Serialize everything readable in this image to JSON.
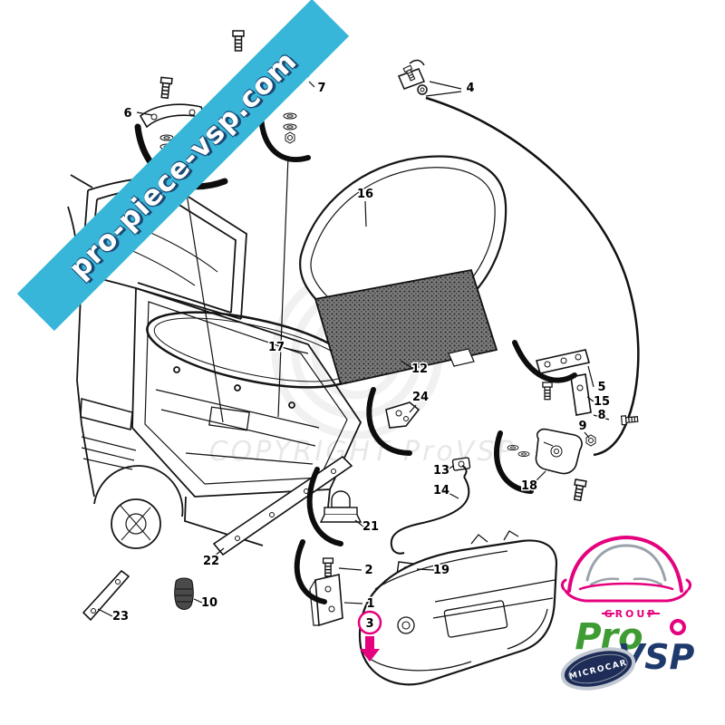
{
  "banner": {
    "text": "pro-piece-vsp.com",
    "background_color": "#38b6da",
    "text_color": "#ffffff"
  },
  "watermark": {
    "copyright_text": "COPYRIGHT ProVSP"
  },
  "diagram": {
    "line_color": "#151515",
    "highlight_color": "#e5007d",
    "highlighted_callout": "3",
    "callouts": [
      {
        "num": "6"
      },
      {
        "num": "7"
      },
      {
        "num": "4"
      },
      {
        "num": "16"
      },
      {
        "num": "17"
      },
      {
        "num": "12"
      },
      {
        "num": "24"
      },
      {
        "num": "5"
      },
      {
        "num": "15"
      },
      {
        "num": "8"
      },
      {
        "num": "9"
      },
      {
        "num": "13"
      },
      {
        "num": "14"
      },
      {
        "num": "18"
      },
      {
        "num": "21"
      },
      {
        "num": "2"
      },
      {
        "num": "22"
      },
      {
        "num": "19"
      },
      {
        "num": "10"
      },
      {
        "num": "1"
      },
      {
        "num": "23"
      },
      {
        "num": "3"
      }
    ]
  },
  "logo": {
    "group_label": "GROUP",
    "brand_first": "Pro",
    "brand_second": "VSP",
    "badge_text": "MICROCAR",
    "pink": "#e5007d",
    "green": "#3f9c35",
    "navy": "#1e3a6d"
  }
}
